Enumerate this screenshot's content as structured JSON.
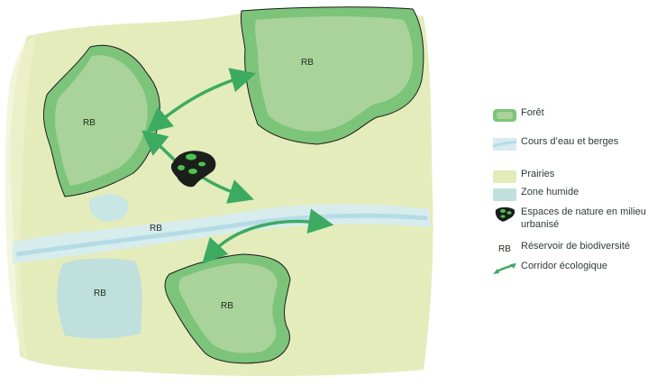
{
  "map_labels": {
    "rb_forest_west": "RB",
    "rb_forest_north": "RB",
    "rb_river": "RB",
    "rb_wetland": "RB",
    "rb_forest_south": "RB"
  },
  "legend": {
    "items": [
      {
        "label": "Forêt"
      },
      {
        "label": "Cours d’eau et berges"
      },
      {
        "label": "Prairies"
      },
      {
        "label": "Zone humide"
      },
      {
        "label": "Espaces de nature en milieu urbanisé"
      },
      {
        "code": "RB",
        "label": "Réservoir de biodiversité"
      },
      {
        "label": "Corridor écologique"
      }
    ]
  },
  "colors": {
    "prairie": "#e3ebb8",
    "forest_edge": "#7cc47a",
    "forest_core": "#a9d39a",
    "river": "#cfe9ec",
    "river_core": "#b5dce6",
    "wetland": "#bfe0dc",
    "corridor": "#3daa62",
    "urban": "#1b1f1c",
    "urban_green": "#4cc24f",
    "outline": "#1c1c1c"
  }
}
